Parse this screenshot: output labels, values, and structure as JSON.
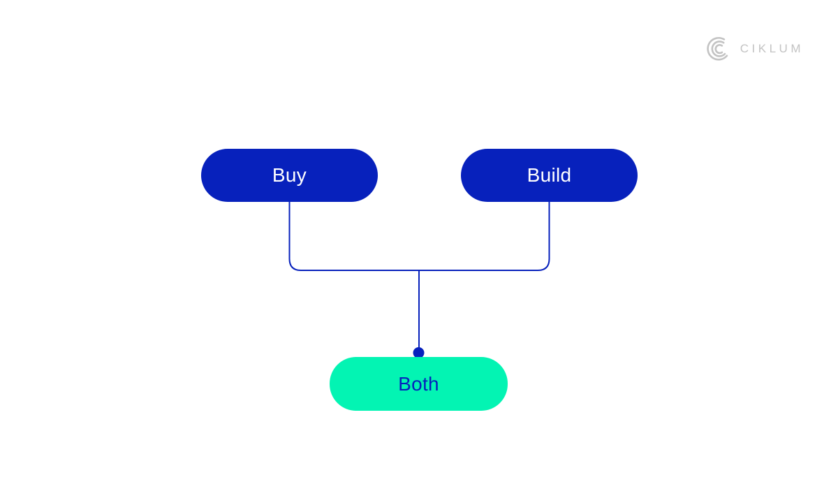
{
  "colors": {
    "background": "#ffffff",
    "blue": "#0721bc",
    "teal": "#03f4b3",
    "white": "#ffffff",
    "logo_gray": "#c3c3c3"
  },
  "logo": {
    "brand": "CIKLUM",
    "mark_icon": "concentric-c-arcs"
  },
  "diagram": {
    "top_nodes": [
      {
        "label": "Buy"
      },
      {
        "label": "Build"
      }
    ],
    "bottom_node": {
      "label": "Both"
    },
    "connector": {
      "type": "elbow-merge",
      "junction_dot": true
    }
  }
}
